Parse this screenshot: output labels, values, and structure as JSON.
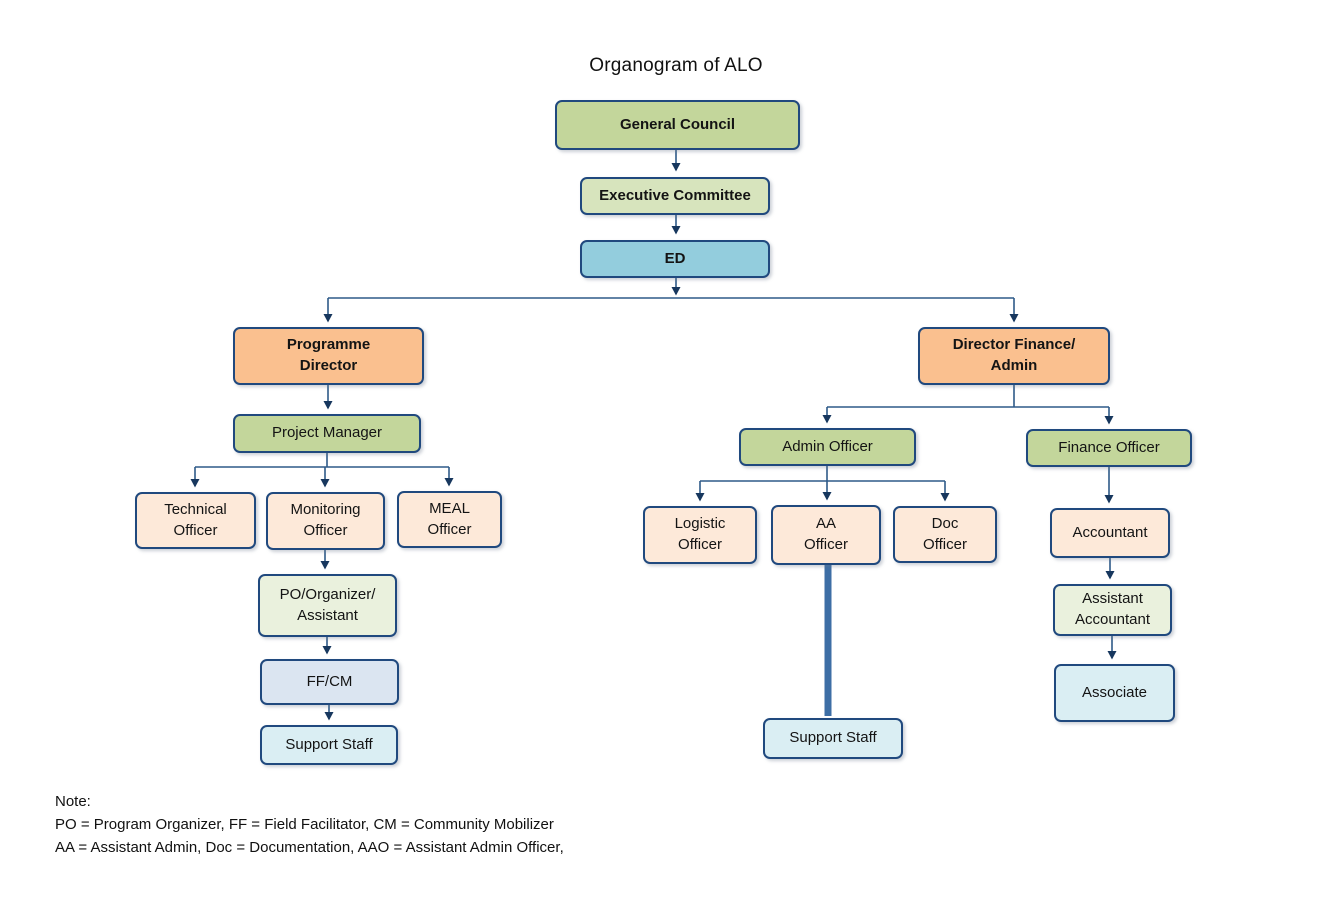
{
  "title": "Organogram of ALO",
  "nodes": {
    "general_council": "General Council",
    "executive_committee": "Executive Committee",
    "ed": "ED",
    "programme_director": "Programme\nDirector",
    "director_finance_admin": "Director Finance/\nAdmin",
    "project_manager": "Project Manager",
    "technical_officer": "Technical\nOfficer",
    "monitoring_officer": "Monitoring\nOfficer",
    "meal_officer": "MEAL\nOfficer",
    "po_organizer_assistant": "PO/Organizer/\nAssistant",
    "ff_cm": "FF/CM",
    "support_staff_left": "Support Staff",
    "admin_officer": "Admin Officer",
    "finance_officer": "Finance Officer",
    "logistic_officer": "Logistic\nOfficer",
    "aa_officer": "AA\nOfficer",
    "doc_officer": "Doc\nOfficer",
    "support_staff_right": "Support Staff",
    "accountant": "Accountant",
    "assistant_accountant": "Assistant\nAccountant",
    "associate": "Associate"
  },
  "note": {
    "heading": "Note:",
    "lines": [
      "PO = Program Organizer, FF = Field Facilitator, CM = Community Mobilizer",
      "AA = Assistant Admin, Doc = Documentation, AAO = Assistant Admin Officer,"
    ]
  },
  "colors": {
    "box_border": "#20497E",
    "connector_line": "#2E5A88",
    "arrowhead": "#17375E",
    "thick_connector": "#3D6EA5",
    "fill_green": "#C3D69B",
    "fill_green_mid": "#D7E4BD",
    "fill_green_light": "#EAF1DD",
    "fill_blue": "#93CDDD",
    "fill_orange": "#FAC08F",
    "fill_peach": "#FDE9D9",
    "fill_lavender": "#DBE5F1",
    "fill_cyan": "#DAEEF3"
  }
}
